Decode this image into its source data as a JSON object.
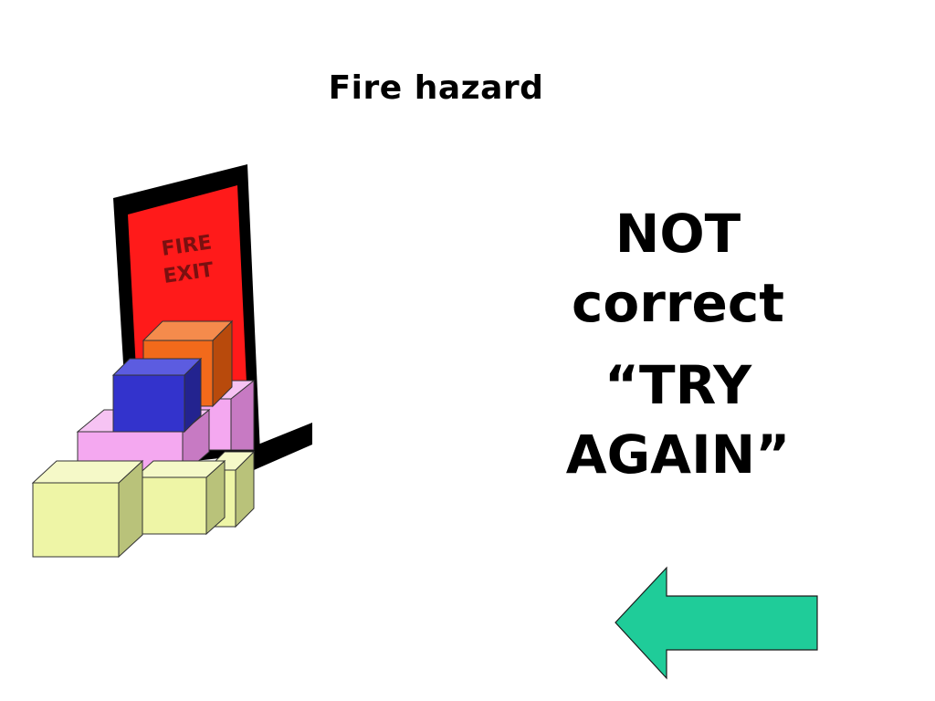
{
  "slide": {
    "title": "Fire hazard"
  },
  "illustration": {
    "sign_text_line1": "FIRE",
    "sign_text_line2": "EXIT",
    "colors": {
      "door_frame": "#000000",
      "door_panel": "#ff1a1a",
      "sign_text": "#7a1010",
      "box_orange": "#f26a1b",
      "box_blue": "#3333cc",
      "box_pink": "#f4a8f0",
      "box_yellow": "#eef5a6"
    }
  },
  "feedback": {
    "line1": "NOT",
    "line2": "correct",
    "line3": "“TRY",
    "line4": "AGAIN”"
  },
  "navigation": {
    "back_arrow_icon": "left-arrow-icon",
    "arrow_color": "#1fcc99"
  }
}
